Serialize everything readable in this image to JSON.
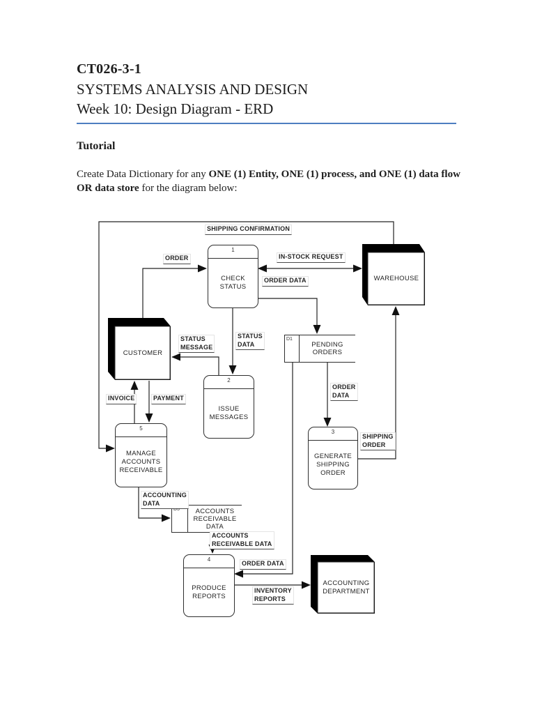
{
  "header": {
    "course_code": "CT026-3-1",
    "course_title": "SYSTEMS ANALYSIS AND DESIGN",
    "week_title": "Week 10: Design Diagram - ERD",
    "rule_color": "#4d7ec0"
  },
  "body": {
    "section_heading": "Tutorial",
    "instruction_prefix": "Create Data Dictionary for any ",
    "instruction_bold": "ONE (1) Entity, ONE (1) process, and ONE (1) data flow OR data store",
    "instruction_suffix": " for the diagram below:"
  },
  "diagram": {
    "processes": [
      {
        "id": "1",
        "name": "CHECK\nSTATUS"
      },
      {
        "id": "2",
        "name": "ISSUE\nMESSAGES"
      },
      {
        "id": "3",
        "name": "GENERATE\nSHIPPING\nORDER"
      },
      {
        "id": "4",
        "name": "PRODUCE\nREPORTS"
      },
      {
        "id": "5",
        "name": "MANAGE\nACCOUNTS\nRECEIVABLE"
      }
    ],
    "entities": [
      {
        "name": "CUSTOMER"
      },
      {
        "name": "WAREHOUSE"
      },
      {
        "name": "ACCOUNTING\nDEPARTMENT"
      }
    ],
    "data_stores": [
      {
        "id": "D1",
        "name": "PENDING\nORDERS"
      },
      {
        "id": "D3",
        "name": "ACCOUNTS\nRECEIVABLE\nDATA"
      }
    ],
    "flow_labels": [
      {
        "text": "SHIPPING CONFIRMATION"
      },
      {
        "text": "ORDER"
      },
      {
        "text": "IN-STOCK REQUEST"
      },
      {
        "text": "ORDER DATA"
      },
      {
        "text": "STATUS\nDATA"
      },
      {
        "text": "STATUS\nMESSAGE"
      },
      {
        "text": "INVOICE"
      },
      {
        "text": "PAYMENT"
      },
      {
        "text": "ACCOUNTING\nDATA"
      },
      {
        "text": "ACCOUNTS\nRECEIVABLE DATA"
      },
      {
        "text": "ORDER\nDATA"
      },
      {
        "text": "SHIPPING\nORDER"
      },
      {
        "text": "ORDER DATA"
      },
      {
        "text": "INVENTORY\nREPORTS"
      }
    ]
  }
}
